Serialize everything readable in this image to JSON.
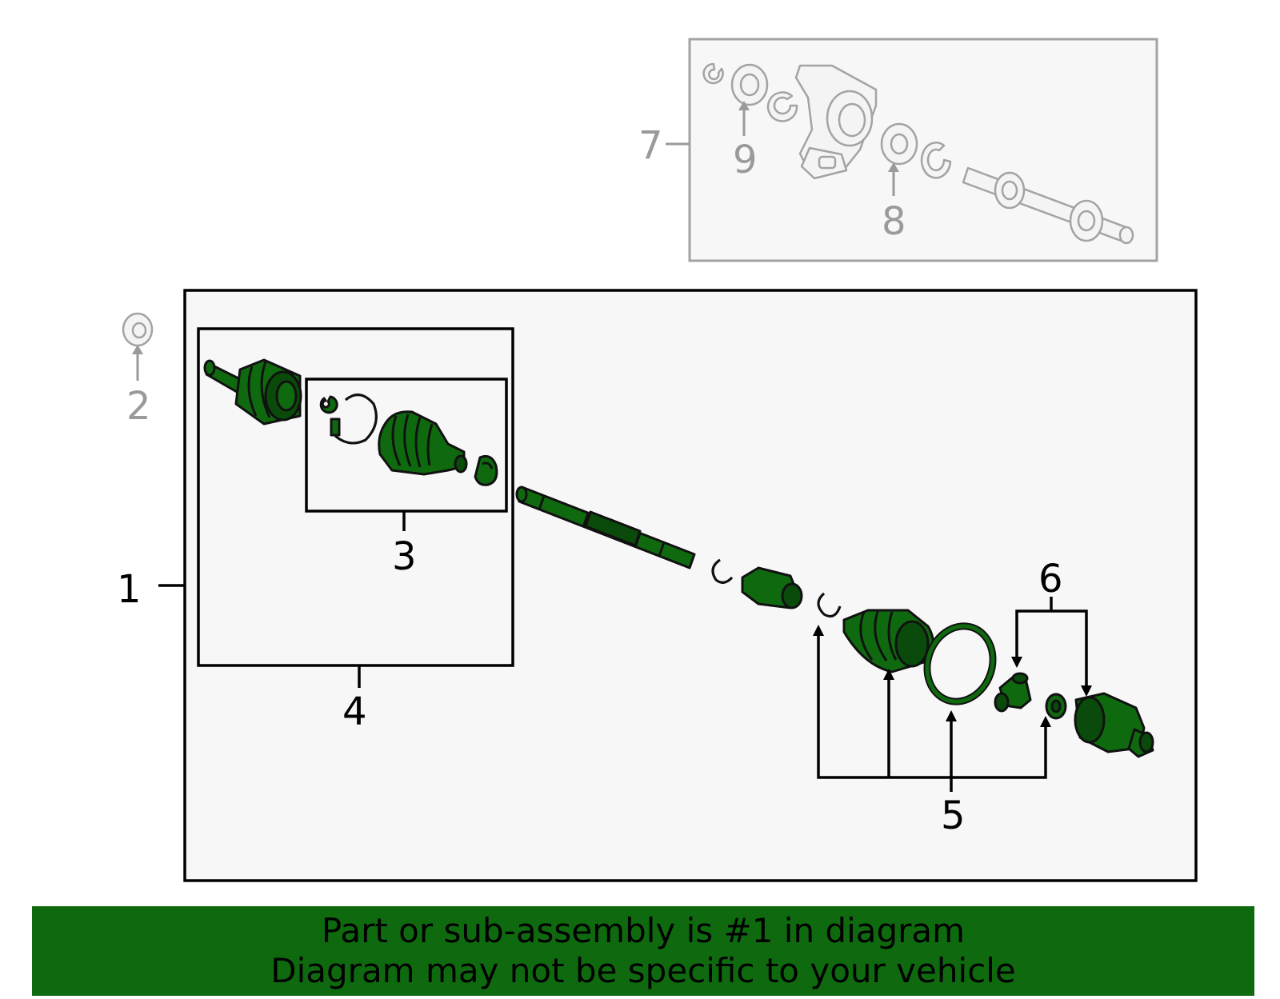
{
  "colors": {
    "part_green": "#0f6a0f",
    "part_dark": "#0a4a0a",
    "ghost_grey": "#a3a3a3",
    "frame_bg": "#f7f7f7",
    "footer_bg": "#0f6a0f"
  },
  "callouts": {
    "c1": "1",
    "c2": "2",
    "c3": "3",
    "c4": "4",
    "c5": "5",
    "c6": "6",
    "c7": "7",
    "c8": "8",
    "c9": "9"
  },
  "footer": {
    "line1": "Part or sub-assembly is #1 in diagram",
    "line2": "Diagram may not be specific to your vehicle"
  }
}
